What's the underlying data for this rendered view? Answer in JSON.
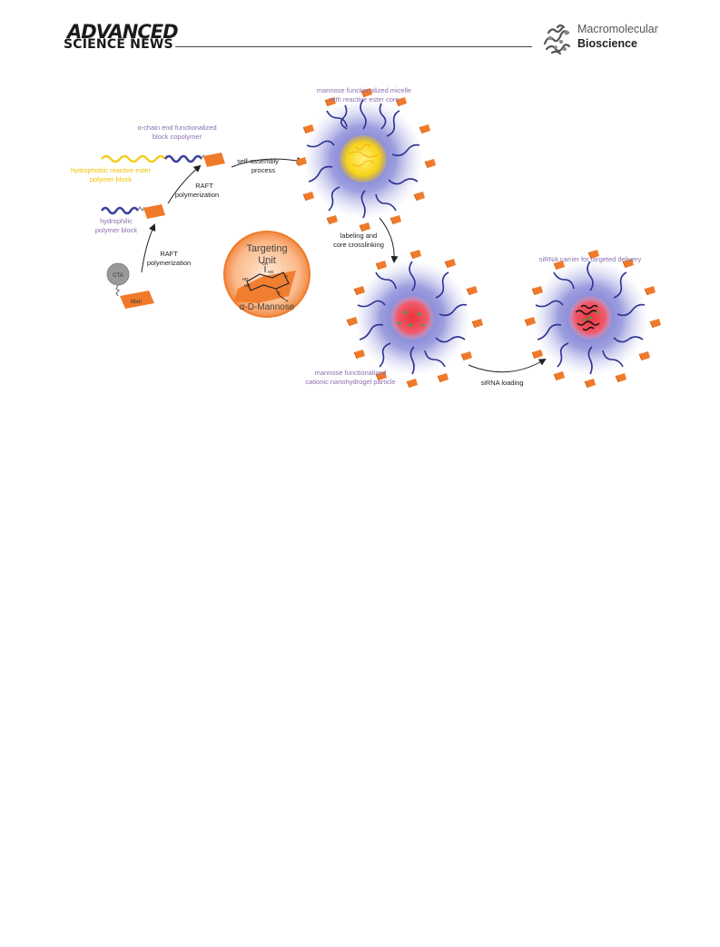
{
  "header": {
    "brand_line1": "ADVANCED",
    "brand_line2": "SCIENCE NEWS",
    "journal_line1": "Macromolecular",
    "journal_line2": "Bioscience"
  },
  "figure": {
    "labels": {
      "block_copolymer_1": "α-chain end functionalized",
      "block_copolymer_2": "block copolymer",
      "hydrophobic_1": "hydrophobic reactive ester",
      "hydrophobic_2": "polymer block",
      "hydrophilic_1": "hydrophilic",
      "hydrophilic_2": "polymer block",
      "raft1_1": "RAFT",
      "raft1_2": "polymerization",
      "raft2_1": "RAFT",
      "raft2_2": "polymerization",
      "cta": "CTA",
      "man": "Man",
      "self_assembly_1": "self-assembly",
      "self_assembly_2": "process",
      "micelle_1": "mannose functionalized micelle",
      "micelle_2": "with reactive ester core",
      "labeling_1": "labeling and",
      "labeling_2": "core crosslinking",
      "targeting_1": "Targeting",
      "targeting_2": "Unit",
      "mannose_name": "α-D-Mannose",
      "oh": "OH",
      "ho1": "HO",
      "ho2": "HO",
      "ho3": "HO",
      "o_ring": "O",
      "o_r": "O",
      "r": "R",
      "nanohydrogel_1": "mannose functionalized",
      "nanohydrogel_2": "cationic nanohydrogel particle",
      "sirna_loading": "siRNA loading",
      "carrier": "siRNA carrier for targeted delivery"
    },
    "colors": {
      "purple_text": "#8a6fb0",
      "yellow_text": "#f2c200",
      "orange": "#f07a2a",
      "chain_blue": "#3b3f9a",
      "yellow_chain": "#f5cd1e"
    }
  }
}
